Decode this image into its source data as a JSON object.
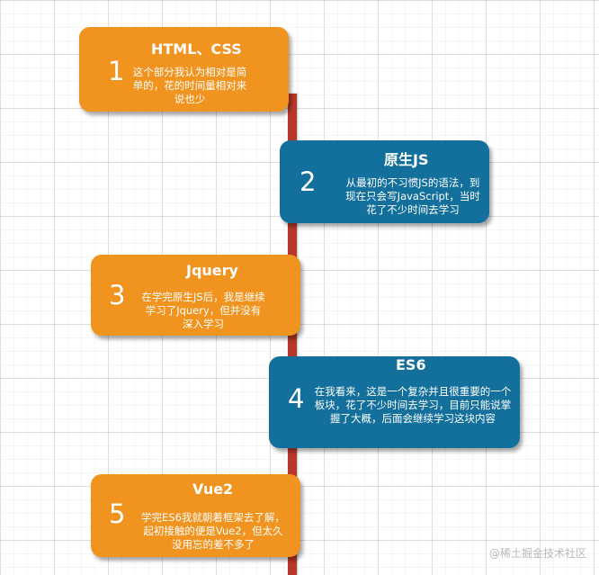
{
  "colors": {
    "orange": "#f0931f",
    "blue": "#13709c",
    "timeline": "#b7382b"
  },
  "cards": [
    {
      "number": "1",
      "title": "HTML、CSS",
      "desc": "这个部分我认为相对是简单的，花的时间量相对来说也少"
    },
    {
      "number": "2",
      "title": "原生JS",
      "desc": "从最初的不习惯JS的语法，到现在只会写JavaScript，当时花了不少时间去学习"
    },
    {
      "number": "3",
      "title": "Jquery",
      "desc": "在学完原生JS后，我是继续学习了Jquery，但并没有深入学习"
    },
    {
      "number": "4",
      "title": "ES6",
      "desc": "在我看来，这是一个复杂并且很重要的一个板块，花了不少时间去学习，目前只能说掌握了大概，后面会继续学习这块内容"
    },
    {
      "number": "5",
      "title": "Vue2",
      "desc": "学完ES6我就朝着框架去了解，起初接触的便是Vue2，但太久没用忘的差不多了"
    }
  ],
  "watermark": "@稀土掘金技术社区"
}
